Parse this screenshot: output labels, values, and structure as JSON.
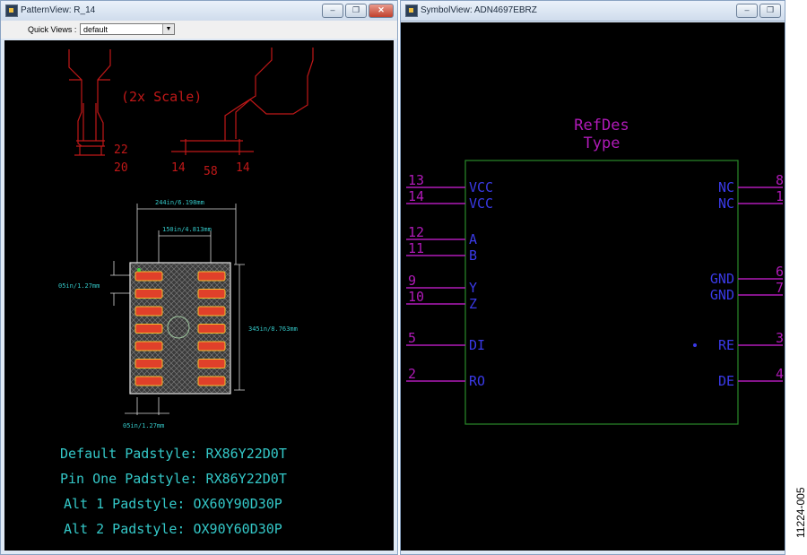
{
  "pattern_window": {
    "title": "PatternView: R_14",
    "quick_views_label": "Quick Views :",
    "quick_views_value": "default",
    "scale_note": "(2x Scale)",
    "dims": {
      "d22": "22",
      "d20": "20",
      "d14a": "14",
      "d58": "58",
      "d14b": "14",
      "top_width": "244in/6.198mm",
      "inner_width": "150in/4.813mm",
      "pitch": "05in/1.27mm",
      "height": "345in/8.763mm",
      "bottom_pitch": "05in/1.27mm"
    },
    "padstyles": [
      "Default Padstyle: RX86Y22D0T",
      "Pin One Padstyle: RX86Y22D0T",
      "Alt 1 Padstyle: OX60Y90D30P",
      "Alt 2 Padstyle: OX90Y60D30P"
    ]
  },
  "symbol_window": {
    "title": "SymbolView: ADN4697EBRZ",
    "refdes": "RefDes",
    "type": "Type",
    "left_pins": [
      {
        "num": "13",
        "name": "VCC"
      },
      {
        "num": "14",
        "name": "VCC"
      },
      {
        "num": "12",
        "name": "A"
      },
      {
        "num": "11",
        "name": "B"
      },
      {
        "num": "9",
        "name": "Y"
      },
      {
        "num": "10",
        "name": "Z"
      },
      {
        "num": "5",
        "name": "DI"
      },
      {
        "num": "2",
        "name": "RO"
      }
    ],
    "right_pins": [
      {
        "num": "8",
        "name": "NC"
      },
      {
        "num": "1",
        "name": "NC"
      },
      {
        "num": "6",
        "name": "GND"
      },
      {
        "num": "7",
        "name": "GND"
      },
      {
        "num": "3",
        "name": "RE"
      },
      {
        "num": "4",
        "name": "DE"
      }
    ]
  },
  "figure_id": "11224-005",
  "colors": {
    "canvas": "#000000",
    "outline_red": "#c01818",
    "pad_orange": "#e0402a",
    "dim_cyan": "#34c8c8",
    "body_green": "#2a8a2a",
    "pin_magenta": "#b01ab8",
    "pin_text_blue": "#3a3ae8"
  }
}
